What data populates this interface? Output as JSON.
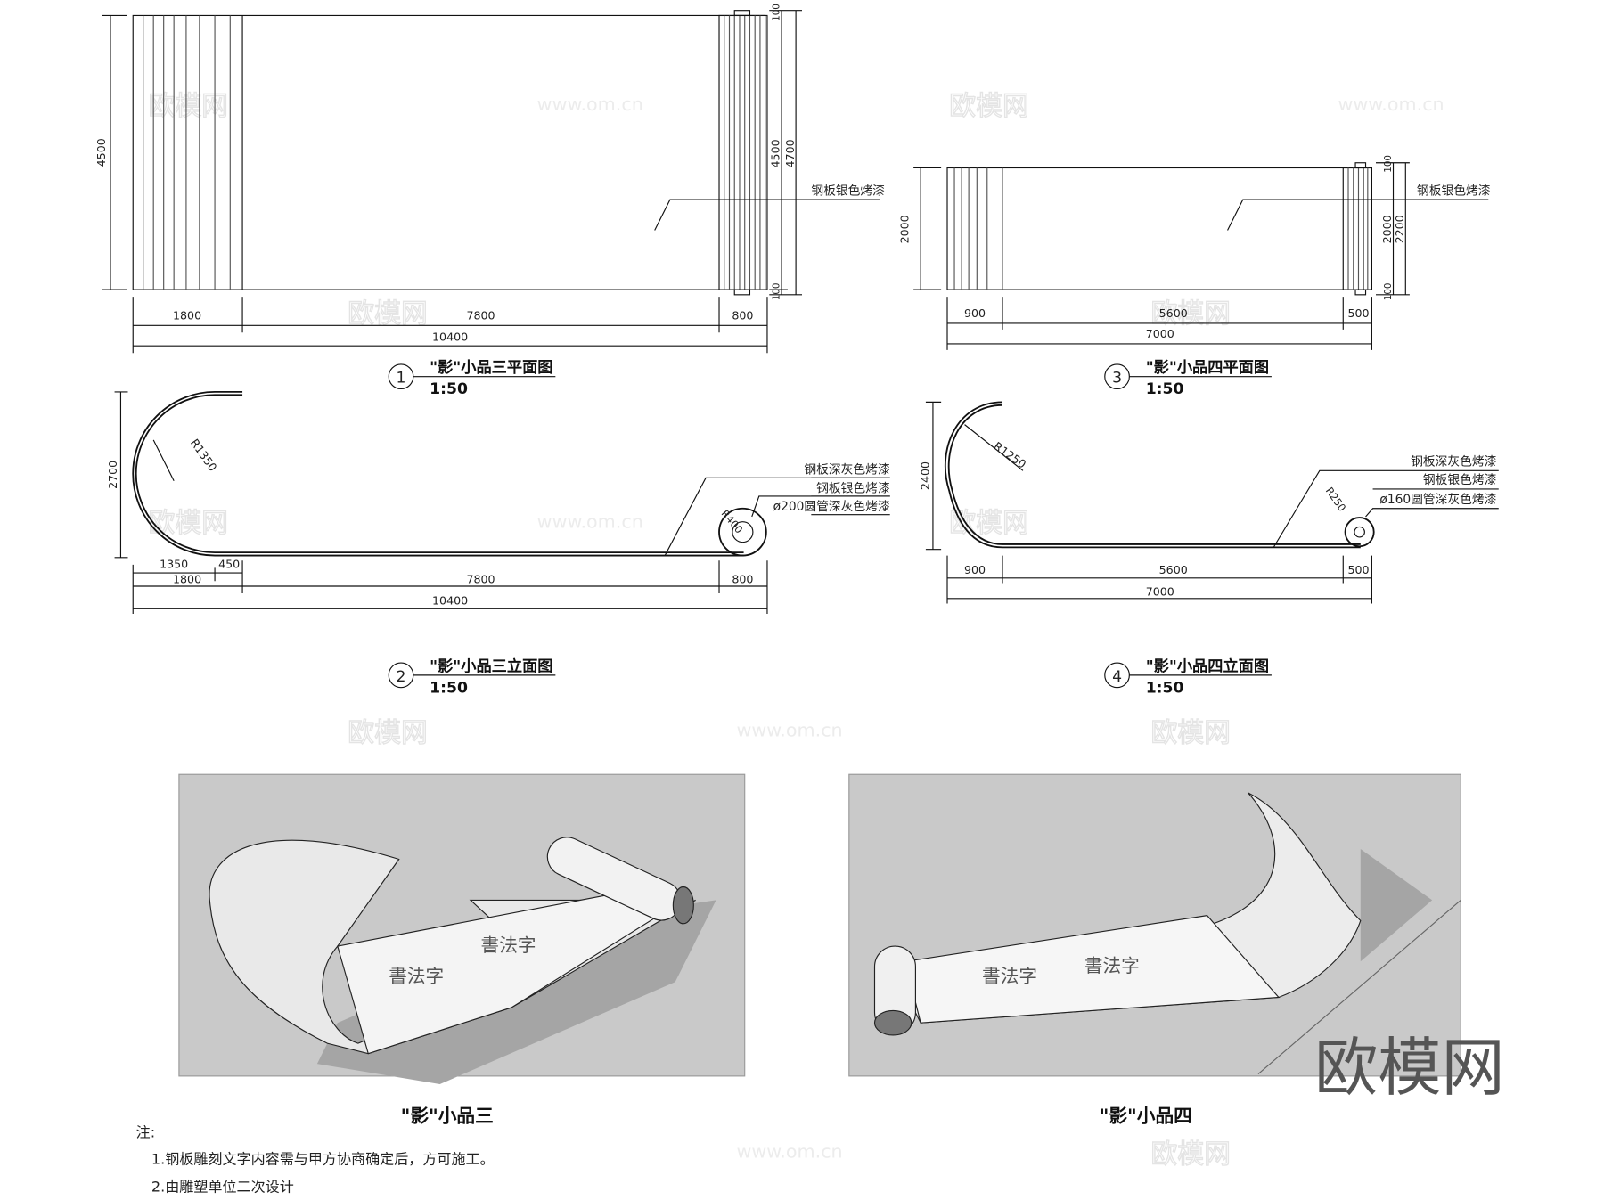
{
  "plan3": {
    "title": "\"影\"小品三平面图",
    "scale": "1:50",
    "number": "1",
    "dims": {
      "height": "4500",
      "h_inner": "4500",
      "h_outer": "4700",
      "top": "100",
      "bottom": "100",
      "left": "1800",
      "mid": "7800",
      "right": "800",
      "total": "10400"
    },
    "label": "钢板银色烤漆"
  },
  "plan4": {
    "title": "\"影\"小品四平面图",
    "scale": "1:50",
    "number": "3",
    "dims": {
      "height": "2000",
      "h_inner": "2000",
      "h_outer": "2200",
      "top": "100",
      "bottom": "100",
      "left": "900",
      "mid": "5600",
      "right": "500",
      "total": "7000"
    },
    "label": "钢板银色烤漆"
  },
  "elev3": {
    "title": "\"影\"小品三立面图",
    "scale": "1:50",
    "number": "2",
    "radius": "R1350",
    "roll_radius": "R400",
    "dims": {
      "height": "2700",
      "a": "1350",
      "b": "450",
      "left": "1800",
      "mid": "7800",
      "right": "800",
      "total": "10400"
    },
    "labels": [
      "钢板深灰色烤漆",
      "钢板银色烤漆",
      "ø200圆管深灰色烤漆"
    ]
  },
  "elev4": {
    "title": "\"影\"小品四立面图",
    "scale": "1:50",
    "number": "4",
    "radius": "R1250",
    "roll_radius": "R250",
    "dims": {
      "height": "2400",
      "left": "900",
      "mid": "5600",
      "right": "500",
      "total": "7000"
    },
    "labels": [
      "钢板深灰色烤漆",
      "钢板银色烤漆",
      "ø160圆管深灰色烤漆"
    ]
  },
  "renders": {
    "left_caption": "\"影\"小品三",
    "right_caption": "\"影\"小品四"
  },
  "notes": {
    "heading": "注:",
    "items": [
      "1.钢板雕刻文字内容需与甲方协商确定后，方可施工。",
      "2.由雕塑单位二次设计"
    ]
  },
  "watermark": {
    "logo": "欧模网",
    "url": "www.om.cn"
  }
}
